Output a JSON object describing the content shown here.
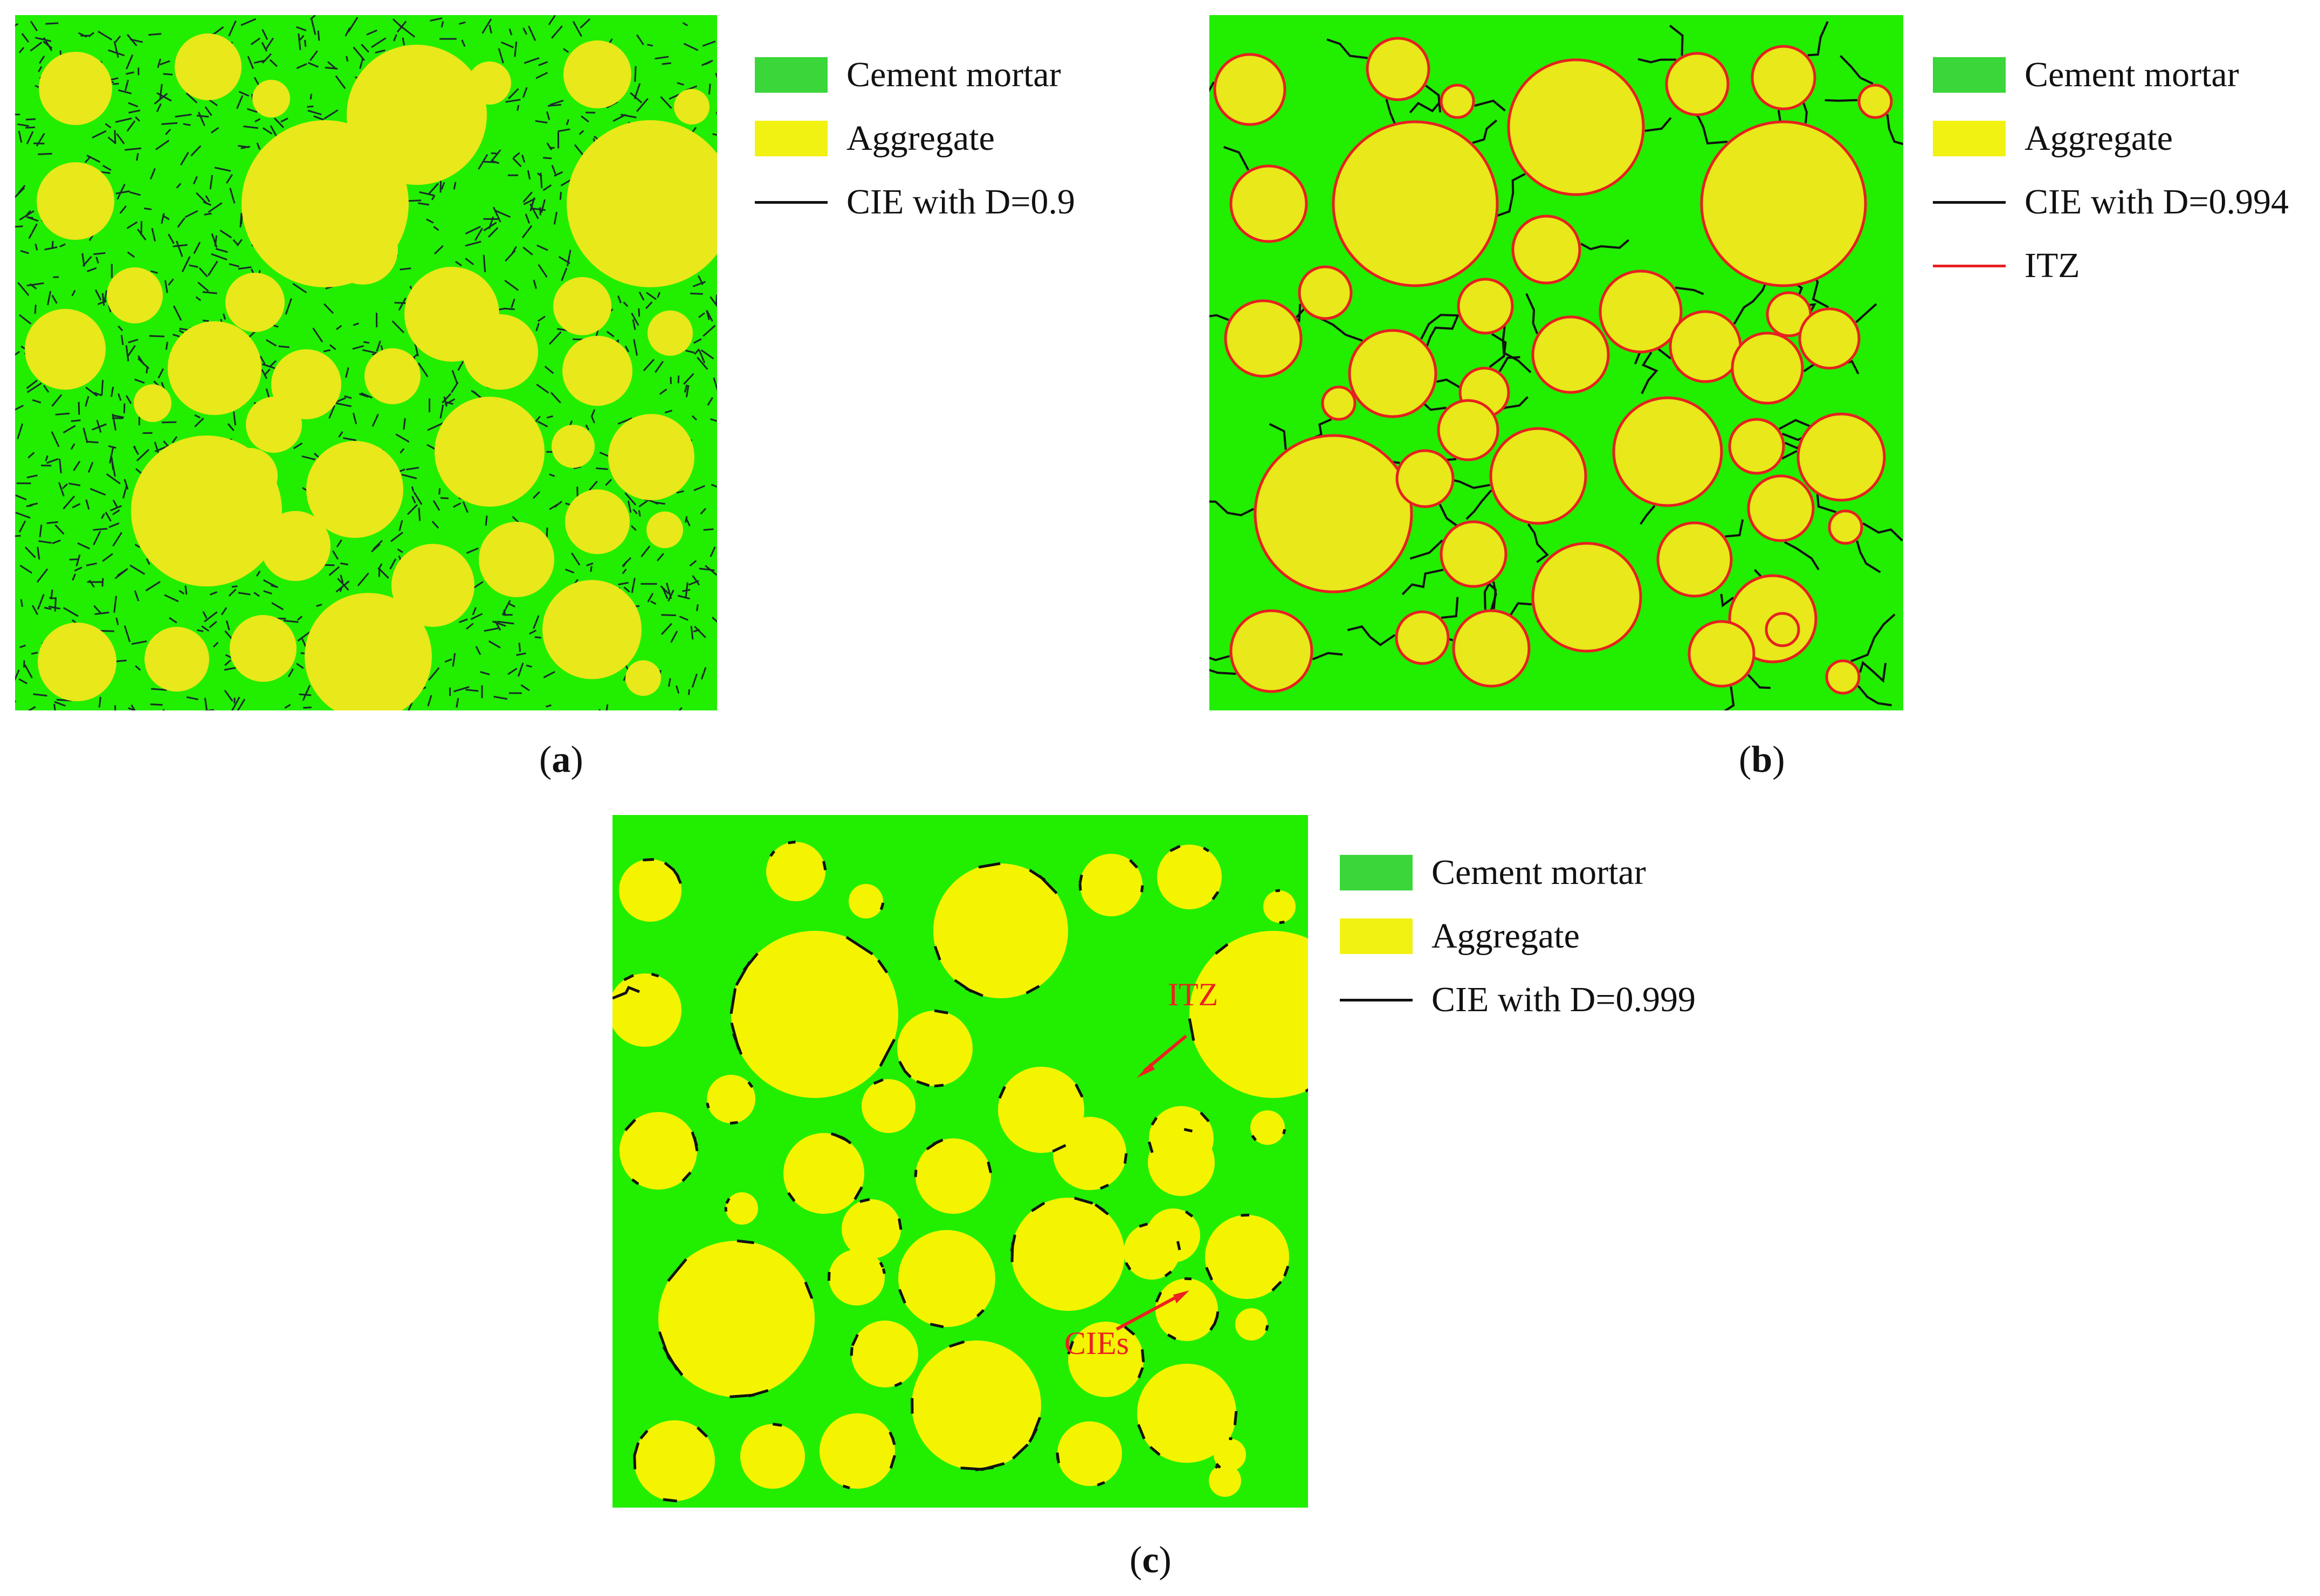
{
  "colors": {
    "mortar": "#22ee00",
    "aggregate": "#f4f400",
    "aggregate_fill_a": "#e8e81a",
    "mortar_swatch": "#3ad63a",
    "aggregate_swatch": "#f2f212",
    "crack": "#111111",
    "itz": "#e62020",
    "annotation": "#ee2020"
  },
  "panels": [
    {
      "id": "a",
      "caption_letter": "a",
      "legend": [
        {
          "kind": "box",
          "color": "mortar_swatch",
          "label": "Cement mortar"
        },
        {
          "kind": "box",
          "color": "aggregate_swatch",
          "label": "Aggregate"
        },
        {
          "kind": "line",
          "color": "crack",
          "label": "CIE with D=0.9"
        }
      ]
    },
    {
      "id": "b",
      "caption_letter": "b",
      "legend": [
        {
          "kind": "box",
          "color": "mortar_swatch",
          "label": "Cement mortar"
        },
        {
          "kind": "box",
          "color": "aggregate_swatch",
          "label": "Aggregate"
        },
        {
          "kind": "line",
          "color": "crack",
          "label": "CIE with D=0.994"
        },
        {
          "kind": "line",
          "color": "itz",
          "label": "ITZ"
        }
      ]
    },
    {
      "id": "c",
      "caption_letter": "c",
      "legend": [
        {
          "kind": "box",
          "color": "mortar_swatch",
          "label": "Cement mortar"
        },
        {
          "kind": "box",
          "color": "aggregate_swatch",
          "label": "Aggregate"
        },
        {
          "kind": "line",
          "color": "crack",
          "label": "CIE with D=0.999"
        }
      ],
      "annotations": {
        "itz_label": "ITZ",
        "cies_label": "CIEs"
      }
    }
  ]
}
